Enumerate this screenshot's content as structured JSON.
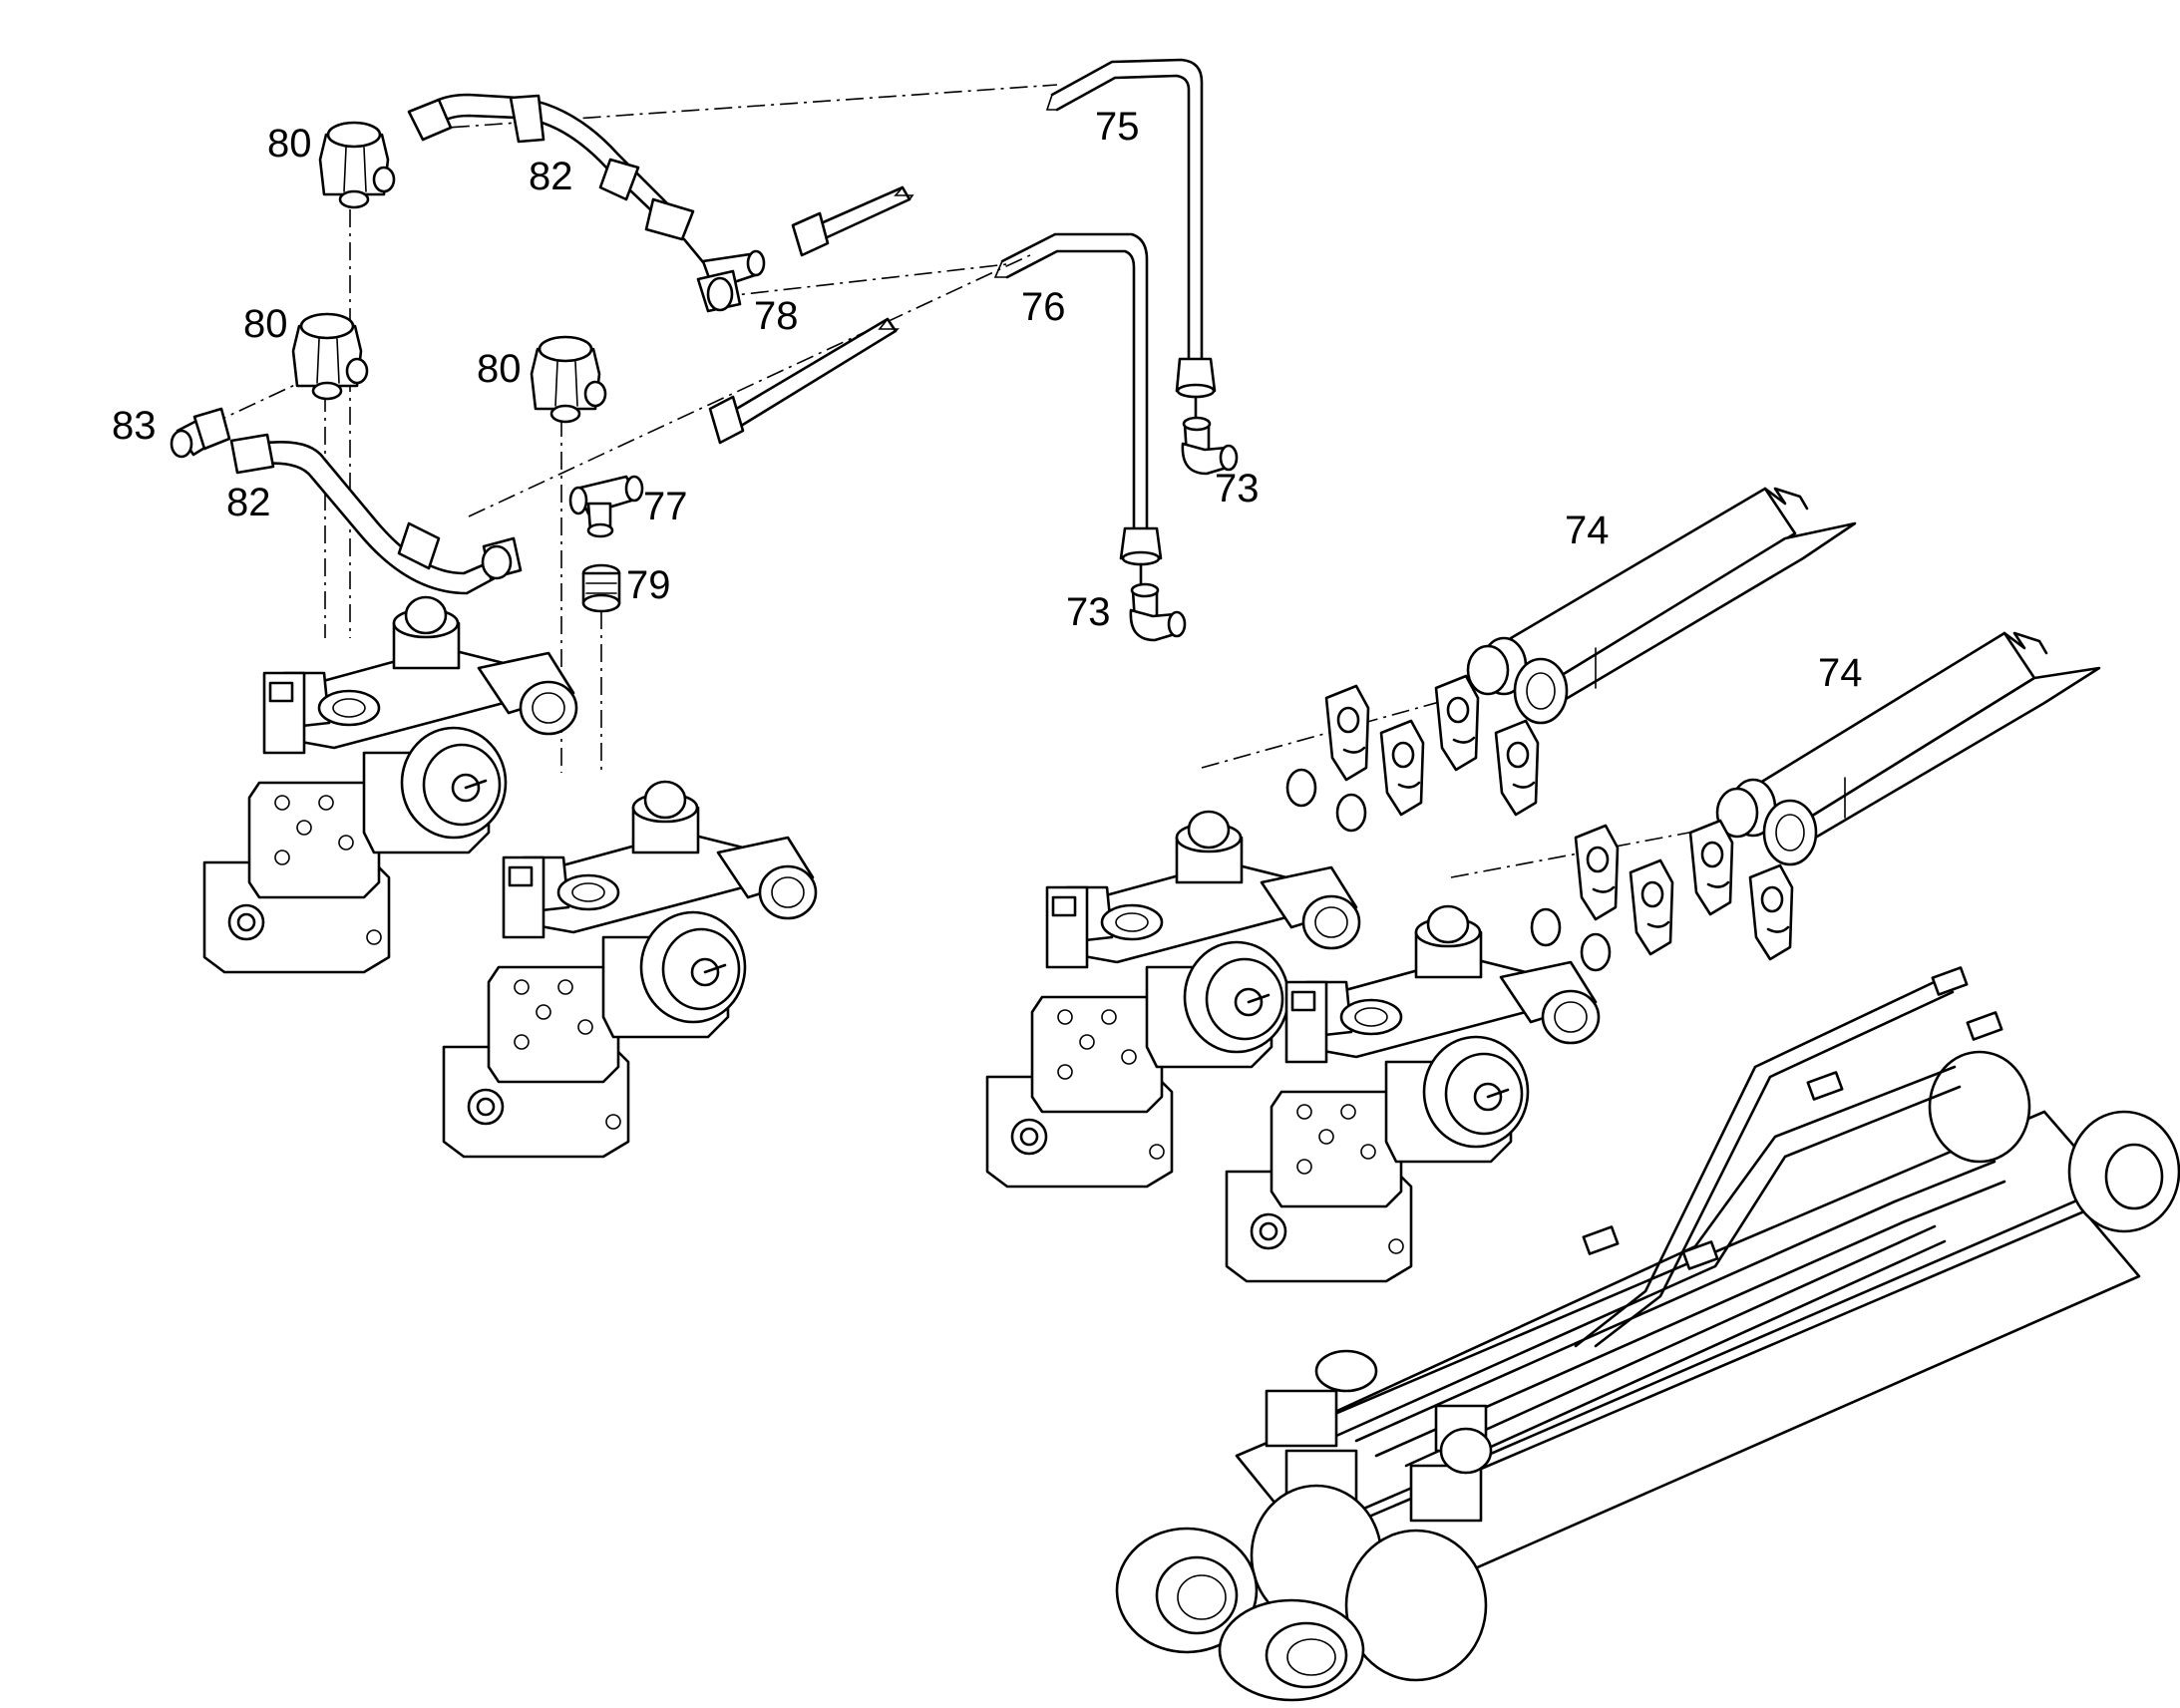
{
  "diagram": {
    "callouts": {
      "c80a": "80",
      "c80b": "80",
      "c80c": "80",
      "c82a": "82",
      "c82b": "82",
      "c83": "83",
      "c78": "78",
      "c77": "77",
      "c79": "79",
      "c75": "75",
      "c76": "76",
      "c73a": "73",
      "c73b": "73",
      "c74a": "74",
      "c74b": "74"
    }
  }
}
